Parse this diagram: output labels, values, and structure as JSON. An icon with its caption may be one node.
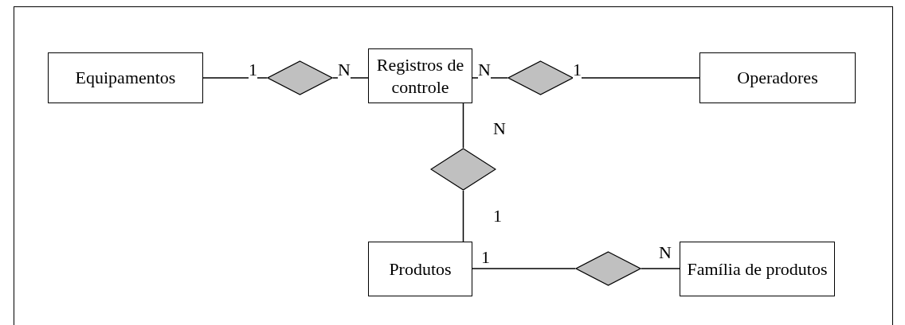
{
  "diagram": {
    "nodes": [
      {
        "text": [
          "Equipamentos"
        ]
      },
      {
        "text": [],
        "shape": "diamond"
      },
      {
        "text": [
          "Registros de controle"
        ]
      },
      {
        "text": [],
        "shape": "diamond"
      },
      {
        "text": [
          "Operadores"
        ]
      },
      {
        "text": [],
        "shape": "diamond"
      },
      {
        "text": [
          "Produtos"
        ]
      },
      {
        "text": [],
        "shape": "diamond"
      },
      {
        "text": [
          "Família de produtos"
        ]
      }
    ],
    "edges": [
      {
        "from": 0,
        "to": 1,
        "arrow": "none",
        "label": "1"
      },
      {
        "from": 1,
        "to": 2,
        "arrow": "none",
        "label": "N"
      },
      {
        "from": 2,
        "to": 3,
        "arrow": "none",
        "label": "N"
      },
      {
        "from": 3,
        "to": 4,
        "arrow": "none",
        "label": "1"
      },
      {
        "from": 2,
        "to": 5,
        "arrow": "none",
        "label": "N"
      },
      {
        "from": 5,
        "to": 6,
        "arrow": "none",
        "label": "1"
      },
      {
        "from": 6,
        "to": 7,
        "arrow": "none",
        "label": "1"
      },
      {
        "from": 7,
        "to": 8,
        "arrow": "none",
        "label": "N"
      }
    ]
  }
}
